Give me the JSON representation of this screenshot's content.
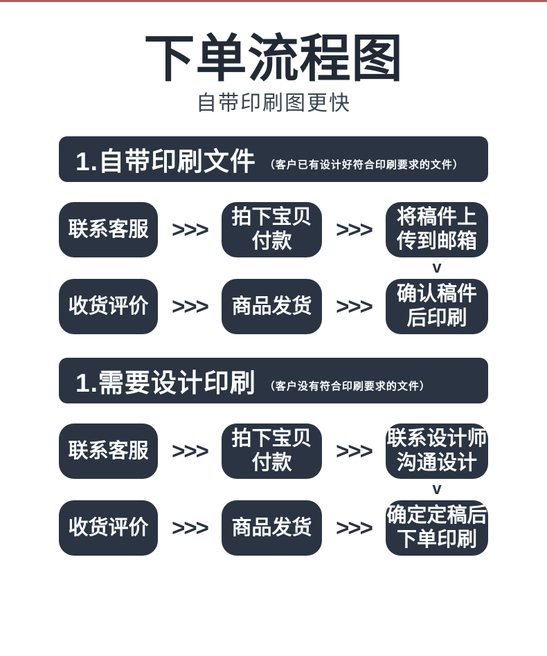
{
  "colors": {
    "top_line": "#a85f5f",
    "box": "#2b3442",
    "title_text": "#222a36",
    "box_text": "#ffffff"
  },
  "header": {
    "title": "下单流程图",
    "subtitle": "自带印刷图更快"
  },
  "arrow_label": ">>>",
  "down_label": "v",
  "sections": [
    {
      "heading": "1.自带印刷文件",
      "note": "（客户已有设计好符合印刷要求的文件）",
      "rows": [
        {
          "boxes": [
            {
              "lines": [
                "联系客服"
              ]
            },
            {
              "lines": [
                "拍下宝贝",
                "付款"
              ]
            },
            {
              "lines": [
                "将稿件上",
                "传到邮箱"
              ]
            }
          ]
        },
        {
          "boxes": [
            {
              "lines": [
                "收货评价"
              ]
            },
            {
              "lines": [
                "商品发货"
              ]
            },
            {
              "lines": [
                "确认稿件",
                "后印刷"
              ]
            }
          ]
        }
      ]
    },
    {
      "heading": "1.需要设计印刷",
      "note": "（客户没有符合印刷要求的文件）",
      "rows": [
        {
          "boxes": [
            {
              "lines": [
                "联系客服"
              ]
            },
            {
              "lines": [
                "拍下宝贝",
                "付款"
              ]
            },
            {
              "lines": [
                "联系设计师",
                "沟通设计"
              ]
            }
          ]
        },
        {
          "boxes": [
            {
              "lines": [
                "收货评价"
              ]
            },
            {
              "lines": [
                "商品发货"
              ]
            },
            {
              "lines": [
                "确定定稿后",
                "下单印刷"
              ]
            }
          ]
        }
      ]
    }
  ]
}
